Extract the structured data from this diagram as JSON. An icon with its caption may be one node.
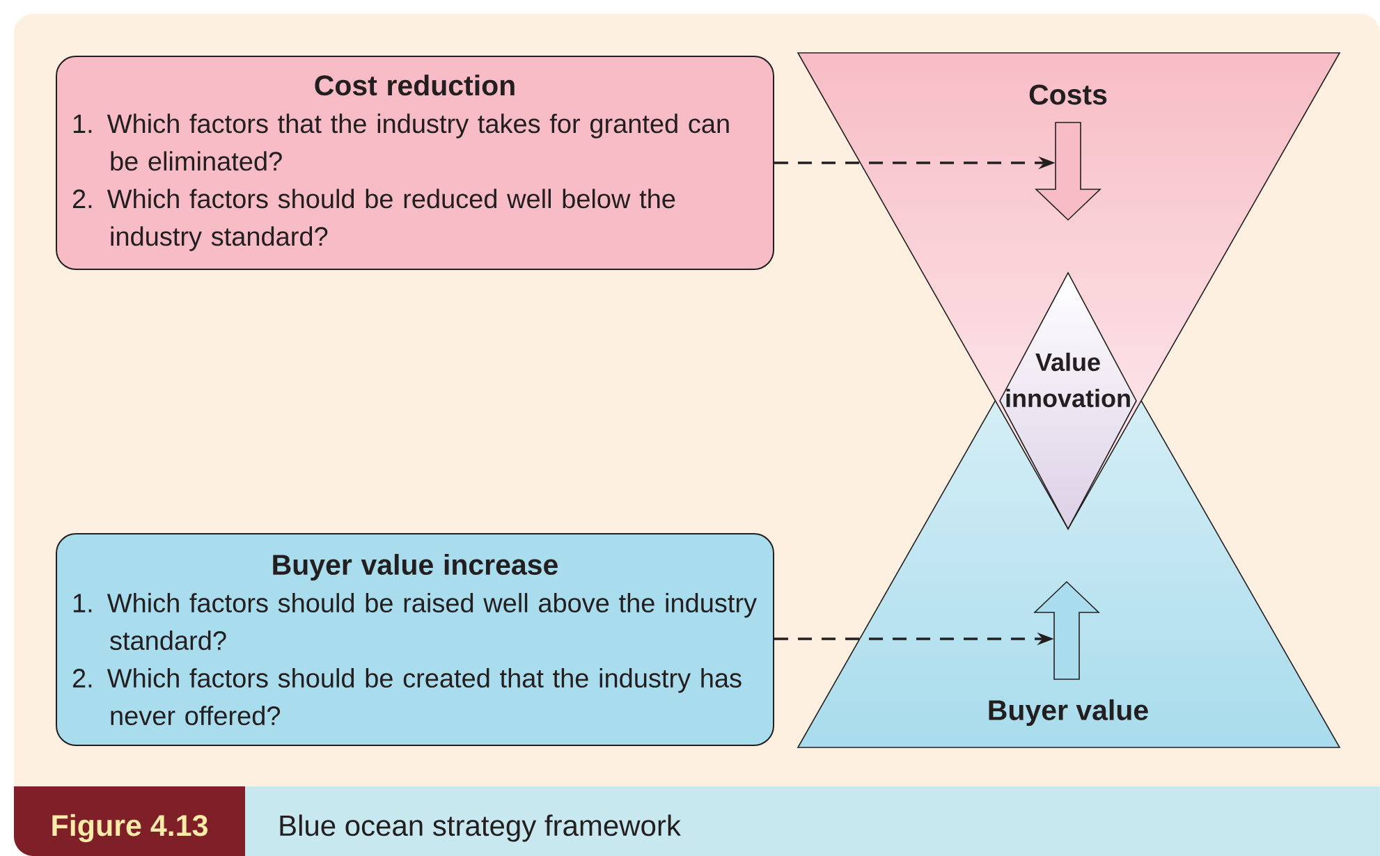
{
  "diagram": {
    "caption": "Blue ocean strategy framework",
    "nodes": [
      {
        "text": [
          "Cost reduction",
          "1. Which factors that the industry takes for granted can be eliminated?",
          "2. Which factors should be reduced well below the industry standard?"
        ]
      },
      {
        "text": [
          "Buyer value increase",
          "1. Which factors should be raised well above the industry standard?",
          "2. Which factors should be created that the industry has never offered?"
        ]
      },
      {
        "text": [
          "Costs"
        ]
      },
      {
        "text": [
          "Buyer value"
        ]
      },
      {
        "text": [
          "Value innovation"
        ]
      },
      {
        "text": [],
        "shape": "arrow",
        "in": 2
      },
      {
        "text": [],
        "shape": "arrow",
        "in": 3
      }
    ],
    "edges": [
      {
        "from": 0,
        "to": 5,
        "arrow": "to",
        "style": "dashed"
      },
      {
        "from": 1,
        "to": 6,
        "arrow": "to",
        "style": "dashed"
      }
    ],
    "labels": [
      "Figure 4.13"
    ]
  }
}
